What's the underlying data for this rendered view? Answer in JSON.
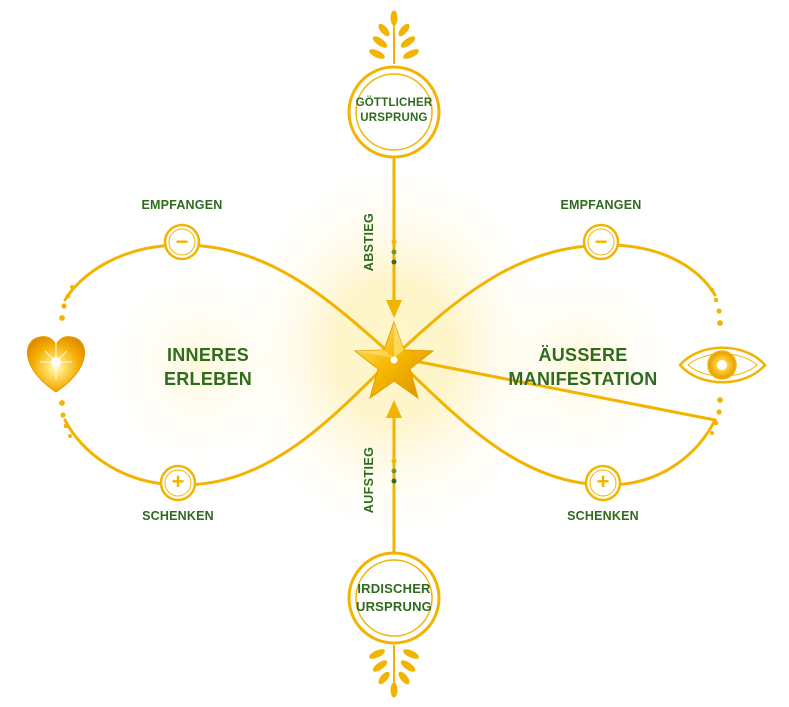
{
  "top_node": {
    "line1": "GÖTTLICHER",
    "line2": "URSPRUNG"
  },
  "bottom_node": {
    "line1": "IRDISCHER",
    "line2": "URSPRUNG"
  },
  "arrow_down_label": "ABSTIEG",
  "arrow_up_label": "AUFSTIEG",
  "left_loop": {
    "top_label": "EMPFANGEN",
    "bottom_label": "SCHENKEN",
    "center_line1": "INNERES",
    "center_line2": "ERLEBEN",
    "top_symbol": "−",
    "bottom_symbol": "+",
    "icon": "heart-icon"
  },
  "right_loop": {
    "top_label": "EMPFANGEN",
    "bottom_label": "SCHENKEN",
    "center_line1": "ÄUSSERE",
    "center_line2": "MANIFESTATION",
    "top_symbol": "−",
    "bottom_symbol": "+",
    "icon": "eye-icon"
  },
  "center_icon": "star-icon",
  "top_ornament": "sprout-icon",
  "bottom_ornament": "sprout-icon",
  "colors": {
    "gold": "#f0b400",
    "gold_light": "#ffd54a",
    "green_text": "#2f6b1f",
    "glow": "#fff2b8"
  }
}
